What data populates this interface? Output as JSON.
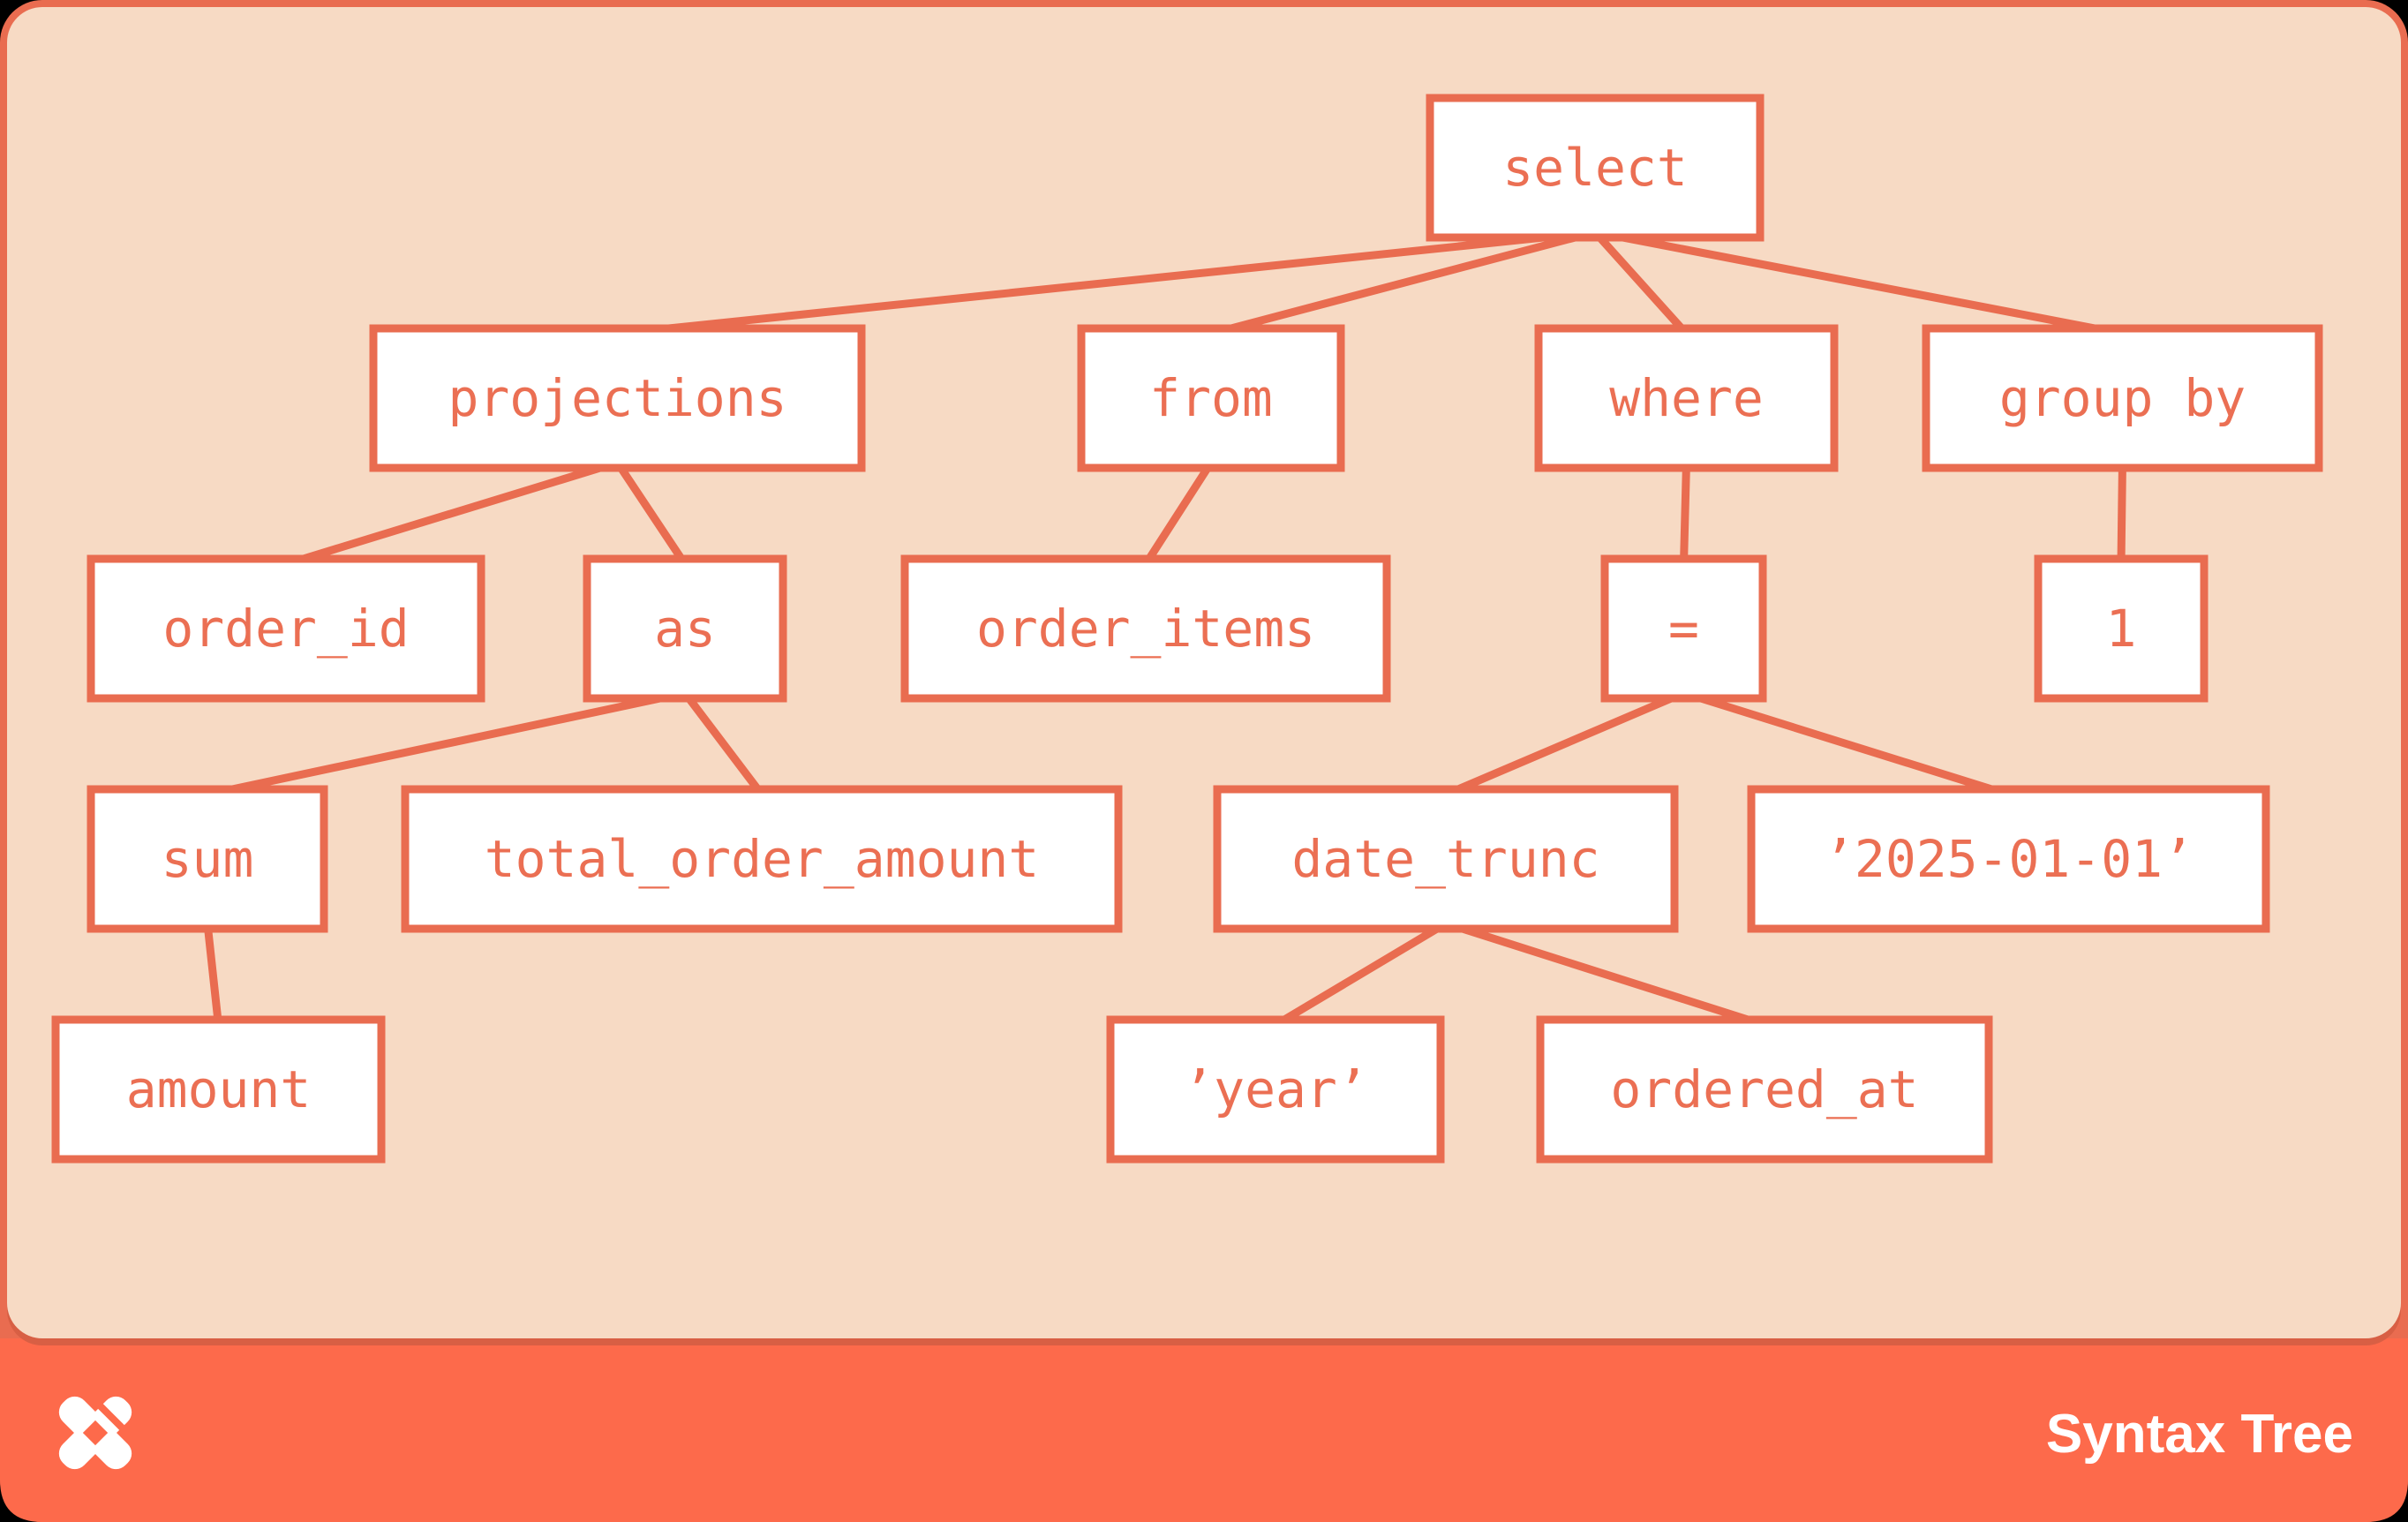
{
  "card": {
    "kind": "sql-syntax-tree-diagram"
  },
  "colors": {
    "page_background": "#000000",
    "frame_orange": "#E96C50",
    "panel_peach": "#F7DAC4",
    "footer_orange": "#FD6A4B",
    "panel_shadow": "#D85F44",
    "node_fill": "#FFFFFF",
    "node_stroke": "#E96C50",
    "node_text": "#EB6F53",
    "edge_line": "#E96C50",
    "footer_text": "#FFFFFF"
  },
  "footer": {
    "label": "Syntax Tree",
    "logo": "dbt-logo"
  },
  "tree": {
    "root": "select",
    "nodes": [
      {
        "id": "select",
        "label": "select",
        "parent": null
      },
      {
        "id": "projections",
        "label": "projections",
        "parent": "select"
      },
      {
        "id": "from",
        "label": "from",
        "parent": "select"
      },
      {
        "id": "where",
        "label": "where",
        "parent": "select"
      },
      {
        "id": "group_by",
        "label": "group by",
        "parent": "select"
      },
      {
        "id": "order_id",
        "label": "order_id",
        "parent": "projections"
      },
      {
        "id": "as",
        "label": "as",
        "parent": "projections"
      },
      {
        "id": "order_items",
        "label": "order_items",
        "parent": "from"
      },
      {
        "id": "eq",
        "label": "=",
        "parent": "where"
      },
      {
        "id": "one",
        "label": "1",
        "parent": "group_by"
      },
      {
        "id": "sum",
        "label": "sum",
        "parent": "as"
      },
      {
        "id": "total_order_amount",
        "label": "total_order_amount",
        "parent": "as"
      },
      {
        "id": "date_trunc",
        "label": "date_trunc",
        "parent": "eq"
      },
      {
        "id": "date_literal",
        "label": "’2025-01-01’",
        "parent": "eq"
      },
      {
        "id": "amount",
        "label": "amount",
        "parent": "sum"
      },
      {
        "id": "year_literal",
        "label": "’year’",
        "parent": "date_trunc"
      },
      {
        "id": "ordered_at",
        "label": "ordered_at",
        "parent": "date_trunc"
      }
    ]
  }
}
